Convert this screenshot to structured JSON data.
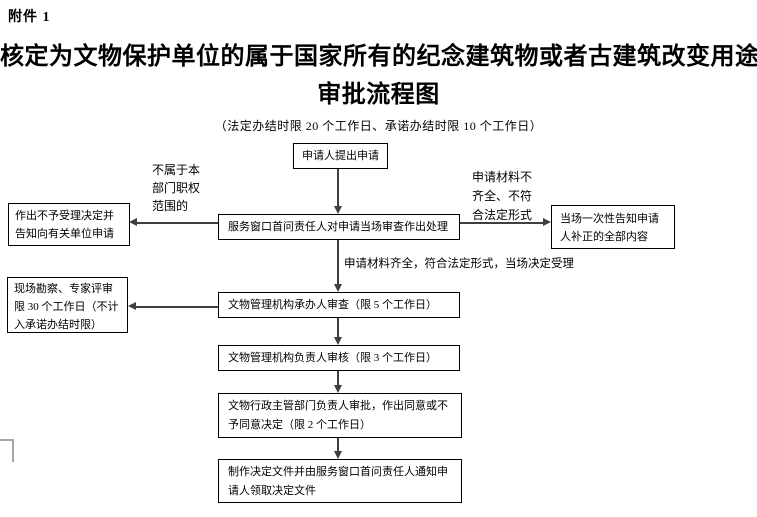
{
  "document": {
    "attachment_label": "附件 1",
    "title_line1": "核定为文物保护单位的属于国家所有的纪念建筑物或者古建筑改变用途",
    "title_line2": "审批流程图",
    "time_limit_note": "（法定办结时限 20 个工作日、承诺办结时限 10 个工作日）"
  },
  "flowchart": {
    "nodes": {
      "start": {
        "lines": [
          "申请人提出申请"
        ]
      },
      "window_review": {
        "lines": [
          "服务窗口首问责任人对申请当场审查作出处理"
        ]
      },
      "reject_notice": {
        "lines": [
          "作出不予受理决定并",
          "告知向有关单位申请"
        ]
      },
      "supplement_notice": {
        "lines": [
          "当场一次性告知申请",
          "人补正的全部内容"
        ]
      },
      "site_survey": {
        "lines": [
          "现场勘察、专家评审",
          "限 30 个工作日（不计",
          "入承诺办结时限）"
        ]
      },
      "organizer_review": {
        "lines": [
          "文物管理机构承办人审查（限 5 个工作日）"
        ]
      },
      "leader_check": {
        "lines": [
          "文物管理机构负责人审核（限 3 个工作日）"
        ]
      },
      "dept_approval": {
        "lines": [
          "文物行政主管部门负责人审批，作出同意或不",
          "予同意决定（限 2 个工作日）"
        ]
      },
      "decision_delivery": {
        "lines": [
          "制作决定文件并由服务窗口首问责任人通知申",
          "请人领取决定文件"
        ]
      }
    },
    "edge_labels": {
      "out_of_scope": {
        "lines": [
          "不属于本",
          "部门职权",
          "范围的"
        ]
      },
      "materials_incomplete": {
        "lines": [
          "申请材料不",
          "齐全、不符",
          "合法定形式"
        ]
      },
      "materials_complete": "申请材料齐全，符合法定形式，当场决定受理"
    }
  },
  "colors": {
    "box_border": "#000000",
    "arrow": "#3f3f3f",
    "text": "#000000",
    "corner_mark": "#a6a6a6"
  }
}
